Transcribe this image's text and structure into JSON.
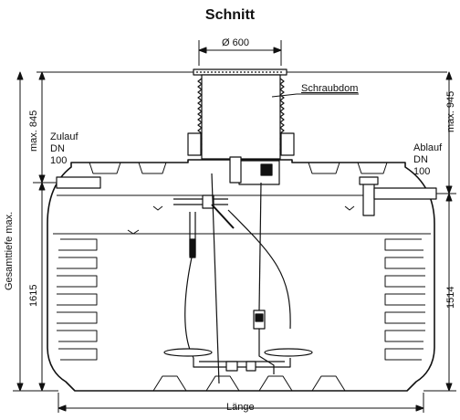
{
  "title": "Schnitt",
  "dimensions": {
    "dome_diameter": "Ø 600",
    "length": "Länge",
    "total_depth": "Gesamttiefe max.",
    "left_top": "max. 845",
    "left_height": "1615",
    "right_top": "max. 945",
    "right_height": "1514"
  },
  "labels": {
    "dome": "Schraubdom",
    "inlet": [
      "Zulauf",
      "DN",
      "100"
    ],
    "outlet": [
      "Ablauf",
      "DN",
      "100"
    ]
  },
  "colors": {
    "line": "#111111",
    "background": "#ffffff"
  }
}
